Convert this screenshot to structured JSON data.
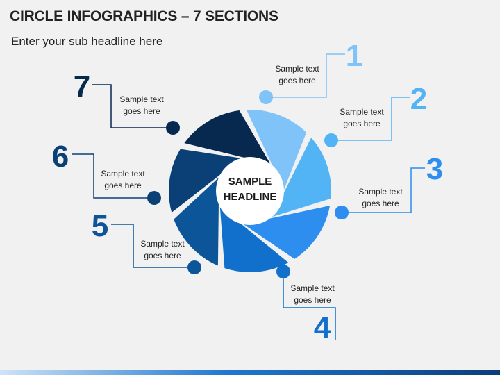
{
  "title": "CIRCLE INFOGRAPHICS – 7 SECTIONS",
  "subtitle": "Enter your sub headline here",
  "center_text": [
    "SAMPLE",
    "HEADLINE"
  ],
  "colors": {
    "s1": "#7fc3f8",
    "s2": "#52b3f5",
    "s3": "#2d8ef0",
    "s4": "#1170cc",
    "s5": "#0b5598",
    "s6": "#0a4075",
    "s7": "#08294f"
  },
  "sections": [
    {
      "number": "1",
      "text": [
        "Sample text",
        "goes here"
      ]
    },
    {
      "number": "2",
      "text": [
        "Sample text",
        "goes here"
      ]
    },
    {
      "number": "3",
      "text": [
        "Sample text",
        "goes here"
      ]
    },
    {
      "number": "4",
      "text": [
        "Sample text",
        "goes here"
      ]
    },
    {
      "number": "5",
      "text": [
        "Sample text",
        "goes here"
      ]
    },
    {
      "number": "6",
      "text": [
        "Sample text",
        "goes here"
      ]
    },
    {
      "number": "7",
      "text": [
        "Sample text",
        "goes here"
      ]
    }
  ]
}
